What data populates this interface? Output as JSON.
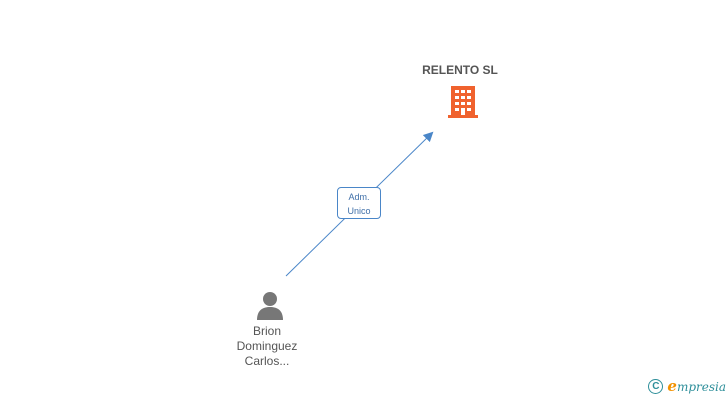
{
  "company": {
    "name": "RELENTO SL",
    "icon": "building-icon",
    "color": "#f0622e"
  },
  "relation": {
    "line1": "Adm.",
    "line2": "Unico",
    "color": "#4a86c8"
  },
  "person": {
    "line1": "Brion",
    "line2": "Dominguez",
    "line3": "Carlos...",
    "icon": "person-icon",
    "color": "#777777"
  },
  "footer": {
    "copyright_symbol": "C",
    "brand_initial": "e",
    "brand_rest": "mpresia",
    "color": "#2e8f9a"
  }
}
